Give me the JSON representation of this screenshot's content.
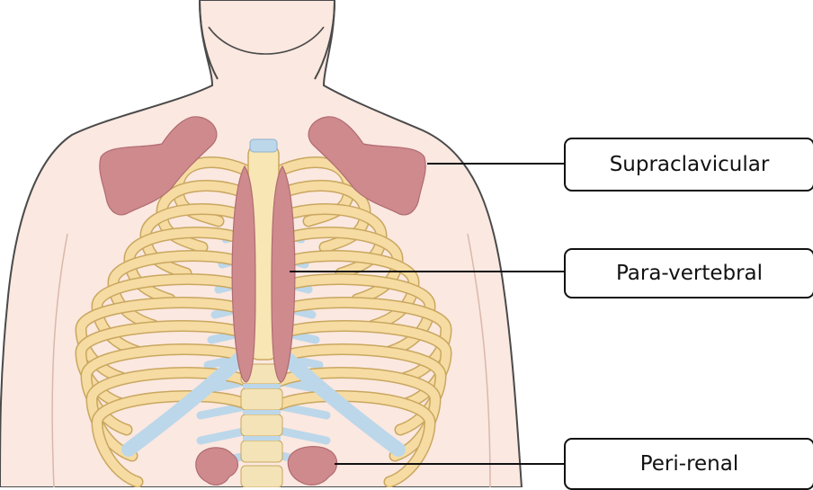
{
  "labels": [
    {
      "key": "supraclavicular",
      "text": "Supraclavicular"
    },
    {
      "key": "para_vertebral",
      "text": "Para-vertebral"
    },
    {
      "key": "peri_renal",
      "text": "Peri-renal"
    }
  ],
  "colors": {
    "skin": "#fbe8e0",
    "skin_outline": "#4a4a4a",
    "rib": "#f6dca2",
    "rib_outline": "#c9a760",
    "cartilage": "#bcd7ea",
    "fat": "#cf8a8e",
    "spine": "#f3e3b6",
    "leader": "#111111"
  }
}
